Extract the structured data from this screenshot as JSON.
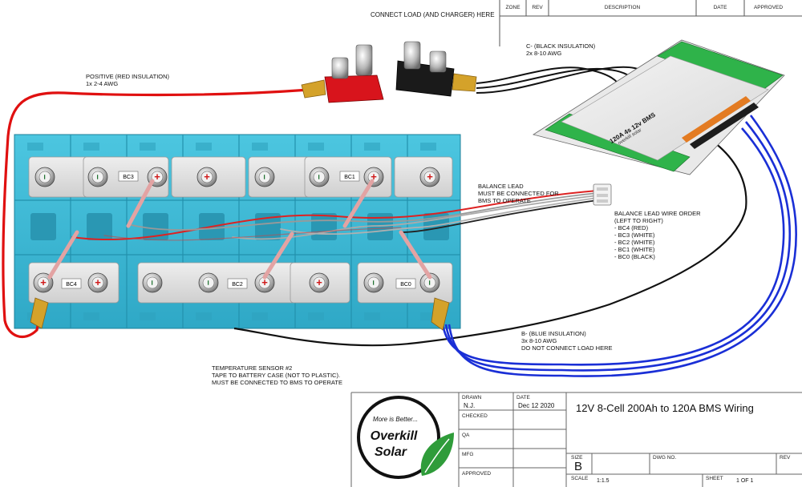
{
  "revision_table": {
    "headers": [
      "ZONE",
      "REV",
      "DESCRIPTION",
      "DATE",
      "APPROVED"
    ]
  },
  "labels": {
    "connect_load": "CONNECT LOAD (AND CHARGER) HERE",
    "positive_title": "POSITIVE (RED INSULATION)",
    "positive_detail": "1x 2-4 AWG",
    "c_minus_title": "C- (BLACK INSULATION)",
    "c_minus_detail": "2x 8-10 AWG",
    "balance_lead": [
      "BALANCE LEAD",
      "MUST BE CONNECTED FOR",
      "BMS TO OPERATE"
    ],
    "wire_order": [
      "BALANCE LEAD WIRE ORDER",
      "(LEFT TO RIGHT)",
      "- BC4 (RED)",
      "- BC3 (WHITE)",
      "- BC2 (WHITE)",
      "- BC1 (WHITE)",
      "- BC0 (BLACK)"
    ],
    "b_minus": [
      "B- (BLUE INSULATION)",
      "3x 8-10 AWG",
      "DO NOT CONNECT LOAD HERE"
    ],
    "temp_sensor": [
      "TEMPERATURE SENSOR #2",
      "TAPE TO BATTERY CASE (NOT TO PLASTIC).",
      "MUST BE CONNECTED TO BMS TO OPERATE"
    ]
  },
  "bms_label": [
    "120A 4s 12v BMS",
    "overkill solar"
  ],
  "cell_tags": [
    "BC3",
    "BC1",
    "BC4",
    "BC2",
    "BC0"
  ],
  "terminal_symbols": {
    "positive": "+",
    "negative": "−"
  },
  "title_block": {
    "logo_top": "More is Better...",
    "logo_main_1": "Overkill",
    "logo_main_2": "Solar",
    "drawn_label": "DRAWN",
    "drawn_value": "N.J.",
    "date_label": "DATE",
    "date_value": "Dec 12 2020",
    "checked_label": "CHECKED",
    "qa_label": "QA",
    "mfg_label": "MFG",
    "approved_label": "APPROVED",
    "title": "12V 8-Cell 200Ah to 120A BMS Wiring",
    "size_label": "SIZE",
    "size_value": "B",
    "dwg_label": "DWG NO.",
    "rev_label": "REV",
    "scale_label": "SCALE",
    "scale_value": "1:1.5",
    "sheet_label": "SHEET",
    "sheet_value": "1 OF 1"
  },
  "colors": {
    "battery": "#3cb8d4",
    "battery_dark": "#2a9bb8",
    "plate": "#dcdcdc",
    "positive_wire": "#e01010",
    "negative_wire": "#111111",
    "b_minus_wire": "#1a2fd6",
    "bms_board": "#2fb34a",
    "terminal_brass": "#d4a22a"
  }
}
